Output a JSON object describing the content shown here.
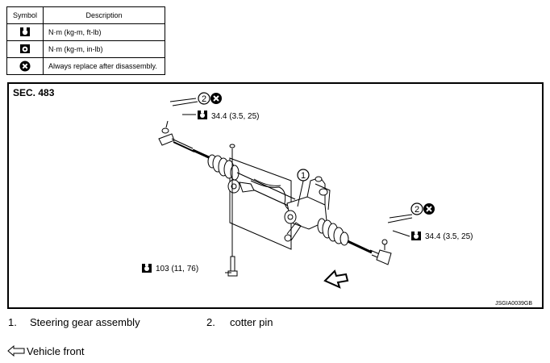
{
  "legend": {
    "header": {
      "symbol": "Symbol",
      "description": "Description"
    },
    "rows": [
      {
        "icon": "torque-wrench-icon",
        "description": "N·m (kg-m, ft-lb)"
      },
      {
        "icon": "torque-wrench-small-icon",
        "description": "N·m (kg-m, in-lb)"
      },
      {
        "icon": "always-replace-icon",
        "description": "Always replace after disassembly."
      }
    ]
  },
  "diagram": {
    "section": "SEC. 483",
    "callouts": {
      "one": "1",
      "two_top": "2",
      "two_right": "2"
    },
    "torque": {
      "top_left": "34.4 (3.5, 25)",
      "right": "34.4 (3.5, 25)",
      "bottom": "103 (11, 76)"
    },
    "image_code": "JSGIA0039GB"
  },
  "captions": {
    "item1_num": "1.",
    "item1_text": "Steering gear assembly",
    "item2_num": "2.",
    "item2_text": "cotter pin",
    "vehicle_front": "Vehicle front"
  }
}
